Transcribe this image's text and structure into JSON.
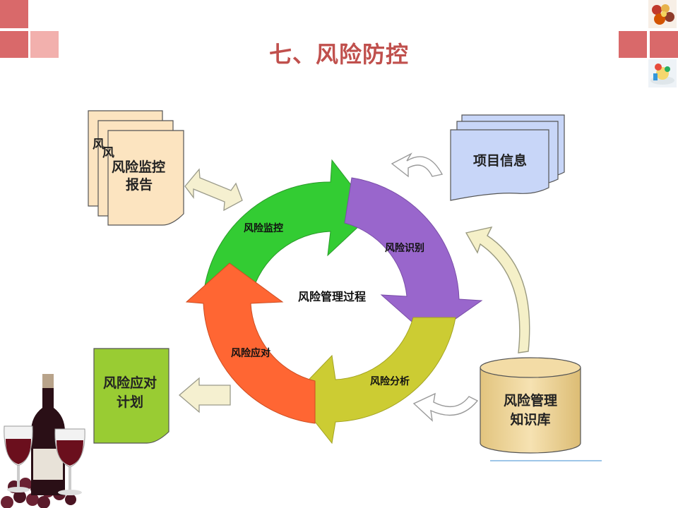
{
  "slide": {
    "title": "七、风险防控"
  },
  "diagram": {
    "center_label": "风险管理过程",
    "cycle": [
      {
        "label": "风险监控",
        "color": "#33cc33"
      },
      {
        "label": "风险识别",
        "color": "#9966cc"
      },
      {
        "label": "风险分析",
        "color": "#cccc33"
      },
      {
        "label": "风险应对",
        "color": "#ff6633"
      }
    ],
    "report_doc": {
      "line1": "风险监控",
      "line2": "报告",
      "back_char": "风"
    },
    "project_doc": {
      "label": "项目信息"
    },
    "plan_doc": {
      "line1": "风险应对",
      "line2": "计划"
    },
    "knowledge_db": {
      "line1": "风险管理",
      "line2": "知识库"
    }
  },
  "colors": {
    "title": "#c0504d",
    "corner_dark": "#d9696a",
    "corner_light": "#f2b0ad",
    "report_doc_fill": "#fce4c0",
    "project_doc_fill": "#c8d6f8",
    "plan_doc_fill": "#99cc33",
    "db_fill": "#f0d8a0"
  }
}
